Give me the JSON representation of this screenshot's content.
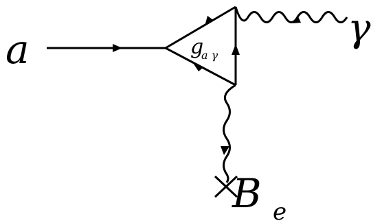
{
  "diagram": {
    "type": "feynman-diagram",
    "labels": {
      "axion": "a",
      "photon": "γ",
      "coupling_base": "g",
      "coupling_sub": "a γ",
      "field_base": "B",
      "field_sub": "e"
    },
    "colors": {
      "line": "#000000",
      "background": "#ffffff"
    },
    "icons": {
      "external_field_source": "cross-icon"
    }
  }
}
